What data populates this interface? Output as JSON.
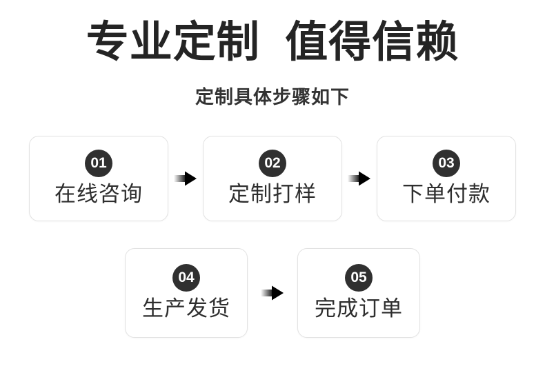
{
  "header": {
    "title": "专业定制  值得信赖",
    "subtitle": "定制具体步骤如下"
  },
  "colors": {
    "title_text": "#242424",
    "subtitle_text": "#333333",
    "badge_background": "#303030",
    "badge_text": "#ffffff",
    "card_border": "#e2e2e2",
    "card_background": "#ffffff",
    "page_background": "#ffffff",
    "arrow": "#000000"
  },
  "steps": {
    "row1": [
      {
        "number": "01",
        "label": "在线咨询"
      },
      {
        "number": "02",
        "label": "定制打样"
      },
      {
        "number": "03",
        "label": "下单付款"
      }
    ],
    "row2": [
      {
        "number": "04",
        "label": "生产发货"
      },
      {
        "number": "05",
        "label": "完成订单"
      }
    ]
  },
  "arrows": {
    "icon": "arrow-right-icon",
    "count_row1": 2,
    "count_row2": 1
  }
}
